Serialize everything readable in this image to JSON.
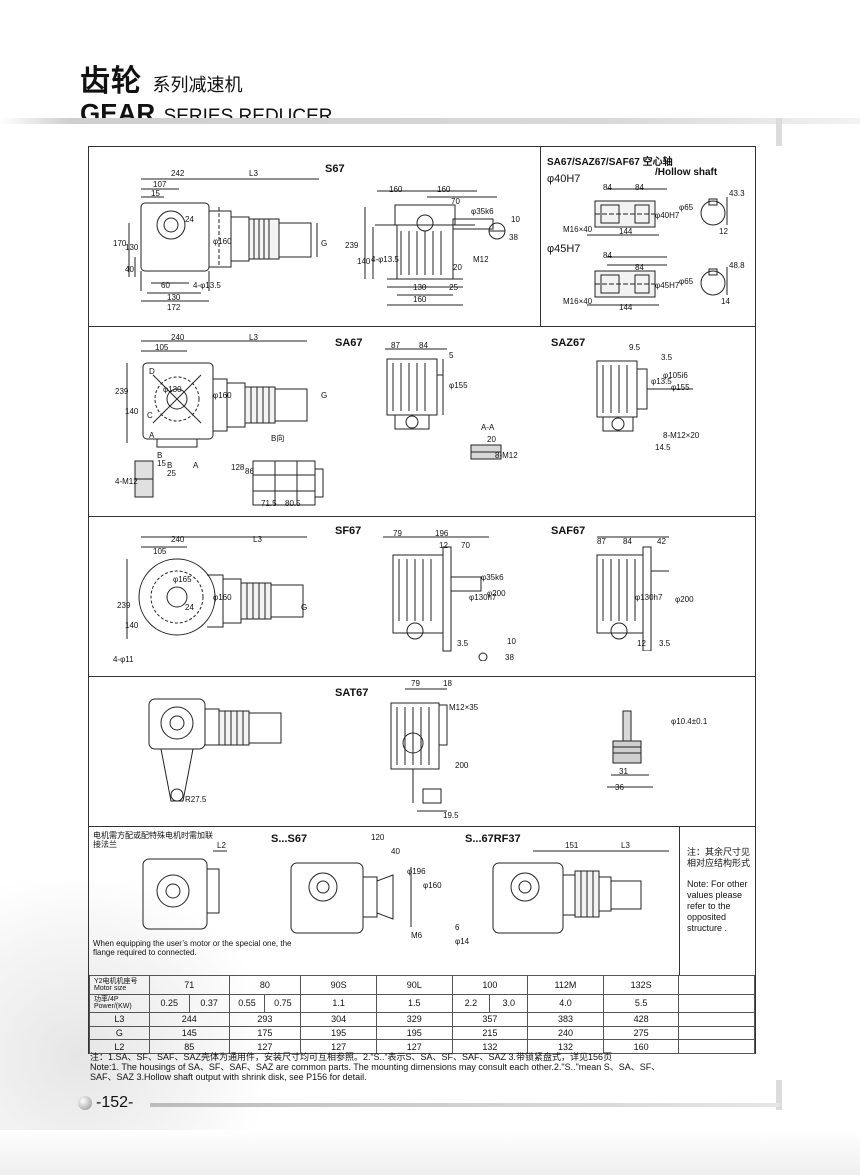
{
  "header": {
    "title_cn_big": "齿轮",
    "title_cn_small": "系列减速机",
    "title_en_big": "GEAR",
    "title_en_small": "SERIES REDUCER"
  },
  "sections": {
    "s67": {
      "label": "S67",
      "dims_a": [
        "242",
        "L3",
        "107",
        "15",
        "24",
        "170",
        "130",
        "40",
        "φ160",
        "G",
        "4-φ13.5",
        "60",
        "130",
        "172"
      ],
      "dims_b": [
        "160",
        "160",
        "70",
        "φ35k6",
        "10",
        "38",
        "239",
        "140",
        "4-φ13.5",
        "20",
        "M12",
        "130",
        "25",
        "160"
      ]
    },
    "hollow": {
      "title": "SA67/SAZ67/SAF67 空心轴",
      "title2": "/Hollow shaft",
      "h1": "φ40H7",
      "h1_dims": [
        "84",
        "84",
        "M16×40",
        "144",
        "φ40H7",
        "φ65",
        "43.3",
        "12"
      ],
      "h2": "φ45H7",
      "h2_dims": [
        "84",
        "84",
        "M16×40",
        "144",
        "φ45H7",
        "φ65",
        "48.8",
        "14"
      ]
    },
    "sa67": {
      "label": "SA67",
      "label_saz": "SAZ67",
      "dims_a": [
        "240",
        "L3",
        "105",
        "D",
        "φ130",
        "239",
        "140",
        "C",
        "A",
        "φ160",
        "G",
        "B",
        "B",
        "A"
      ],
      "dims_b": [
        "4-M12",
        "15",
        "25",
        "B向",
        "128",
        "86",
        "71.5",
        "80.5"
      ],
      "dims_c": [
        "87",
        "84",
        "5",
        "φ155",
        "A-A",
        "20",
        "8-M12"
      ],
      "dims_d": [
        "9.5",
        "3.5",
        "φ13.5",
        "φ105i6",
        "φ155",
        "8-M12×20",
        "14.5"
      ]
    },
    "sf67": {
      "label": "SF67",
      "label_saf": "SAF67",
      "dims_a": [
        "240",
        "L3",
        "105",
        "φ165",
        "239",
        "140",
        "24",
        "φ160",
        "G",
        "4-φ11"
      ],
      "dims_b": [
        "79",
        "196",
        "70",
        "12",
        "φ35k6",
        "φ130h7",
        "φ200",
        "3.5",
        "10",
        "38"
      ],
      "dims_c": [
        "87",
        "84",
        "42",
        "φ130h7",
        "φ200",
        "12",
        "3.5"
      ]
    },
    "sat67": {
      "label": "SAT67",
      "dims_a": [
        "R27.5"
      ],
      "dims_b": [
        "79",
        "18",
        "M12×35",
        "200",
        "19.5"
      ],
      "dims_c": [
        "φ10.4±0.1",
        "31",
        "36"
      ]
    },
    "motor": {
      "note_cn": "电机需方配或配特殊电机时需加联接法兰",
      "note_en": "When equipping the user’s motor or the special one, the flange required to connected.",
      "l2": "L2",
      "s_label": "S...S67",
      "s_dims": [
        "120",
        "40",
        "φ196",
        "φ160",
        "M6",
        "6",
        "φ14"
      ],
      "rf_label": "S...67RF37",
      "rf_dims": [
        "151",
        "L3"
      ],
      "right_note_cn": "注：其余尺寸见相对应结构形式",
      "right_note_en": "Note: For other values please refer to the opposited structure ."
    }
  },
  "table": {
    "row_motor": {
      "label_cn": "Y2电机机座号",
      "label_en": "Motor size",
      "values": [
        "71",
        "80",
        "90S",
        "90L",
        "100",
        "112M",
        "132S"
      ]
    },
    "row_power": {
      "label_cn": "功率/4P",
      "label_en": "Power/(KW)",
      "values": [
        "0.25",
        "0.37",
        "0.55",
        "0.75",
        "1.1",
        "1.5",
        "2.2",
        "3.0",
        "4.0",
        "5.5"
      ]
    },
    "row_l3": {
      "label": "L3",
      "values": [
        "244",
        "293",
        "304",
        "329",
        "357",
        "383",
        "428"
      ]
    },
    "row_g": {
      "label": "G",
      "values": [
        "145",
        "175",
        "195",
        "195",
        "215",
        "240",
        "275"
      ]
    },
    "row_l2": {
      "label": "L2",
      "values": [
        "85",
        "127",
        "127",
        "127",
        "132",
        "132",
        "160"
      ]
    }
  },
  "footer": {
    "note_cn": "注：1.SA、SF、SAF、SAZ壳体为通用件，安装尺寸均可互相参照。2.“S..”表示S、SA、SF、SAF、SAZ 3.带锁紧盘式，详见156页",
    "note_en1": "Note:1. The housings of SA、SF、SAF、SAZ are common parts. The mounting dimensions may consult each other.2.\"S..\"mean S、SA、SF、",
    "note_en2": "SAF、SAZ  3.Hollow shaft output with shrink disk, see P156 for detail.",
    "page_number": "-152-"
  }
}
